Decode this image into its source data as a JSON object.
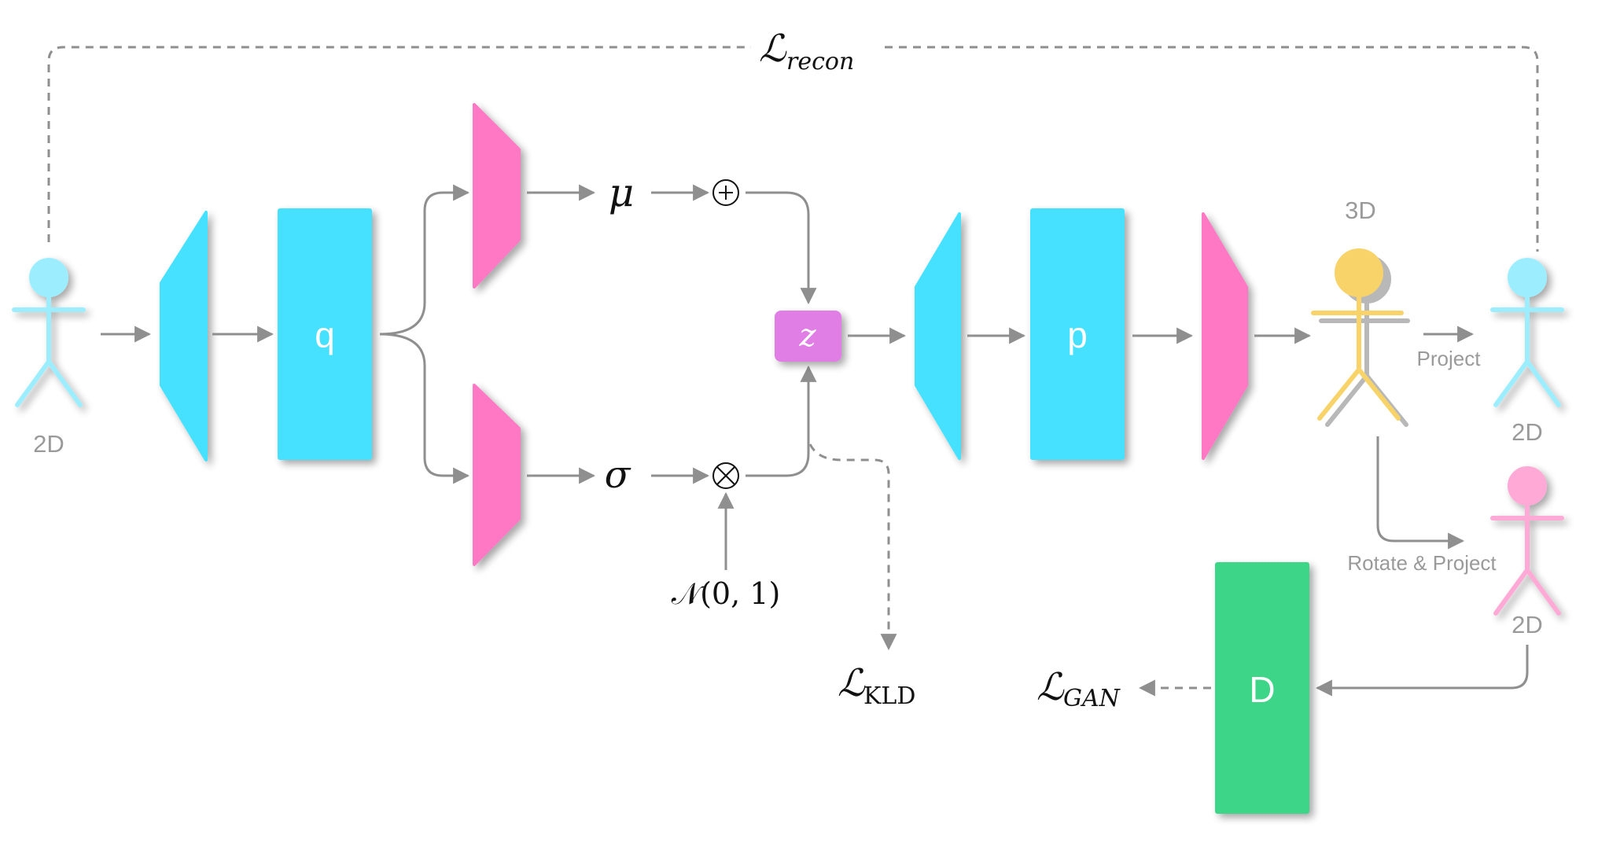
{
  "labels": {
    "encoder_q": "q",
    "decoder_p": "p",
    "discriminator": "D",
    "latent": "z",
    "mu": "μ",
    "sigma": "σ",
    "plus": "+",
    "times": "×",
    "noise": "𝒩(0, 1)",
    "input_2d": "2D",
    "output_3d": "3D",
    "proj_2d": "2D",
    "rot_2d": "2D",
    "project": "Project",
    "rotate_project": "Rotate & Project"
  },
  "losses": {
    "recon_symbol": "ℒ",
    "recon_sub": "recon",
    "kld_symbol": "ℒ",
    "kld_sub": "KLD",
    "gan_symbol": "ℒ",
    "gan_sub": "GAN"
  },
  "colors": {
    "cyan": "#45e1ff",
    "pink": "#ff78c3",
    "purple": "#e07ee6",
    "green": "#3ed688",
    "yellow": "#f7d36a",
    "figure_cyan": "#9ceeff",
    "figure_pink": "#ffaad6",
    "arrow": "#8f8f8f"
  }
}
